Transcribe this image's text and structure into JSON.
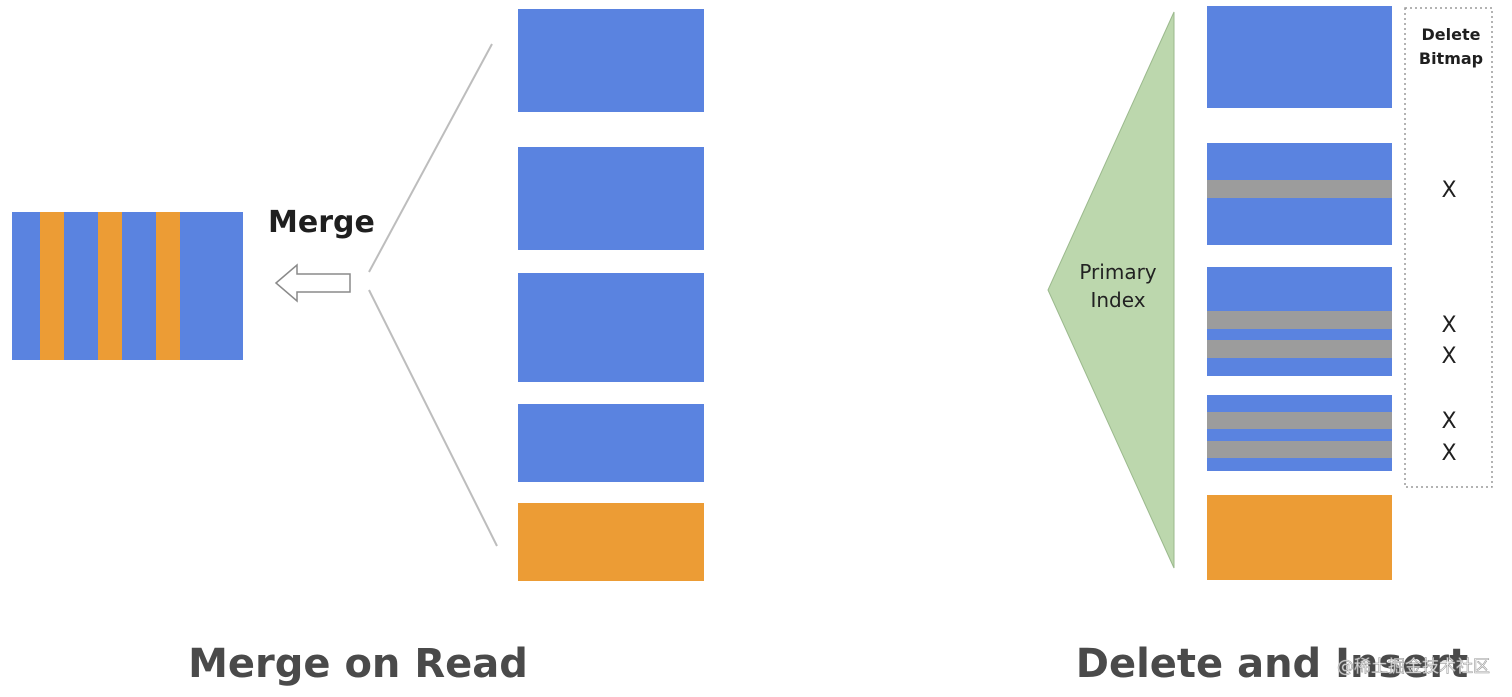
{
  "colors": {
    "blue": "#5a83e0",
    "orange": "#ec9c35",
    "gray": "#9c9c9c",
    "green": "#bcd7ad",
    "line": "#bdbdbd",
    "text": "#1f1f1f",
    "caption": "#4a4a4a"
  },
  "left": {
    "merge_label": "Merge",
    "caption": "Merge on Read"
  },
  "right": {
    "index_label_line1": "Primary",
    "index_label_line2": "Index",
    "bitmap_label_line1": "Delete",
    "bitmap_label_line2": "Bitmap",
    "delete_mark": "X",
    "caption": "Delete and Insert"
  },
  "watermark": "@稀土掘金技术社区"
}
